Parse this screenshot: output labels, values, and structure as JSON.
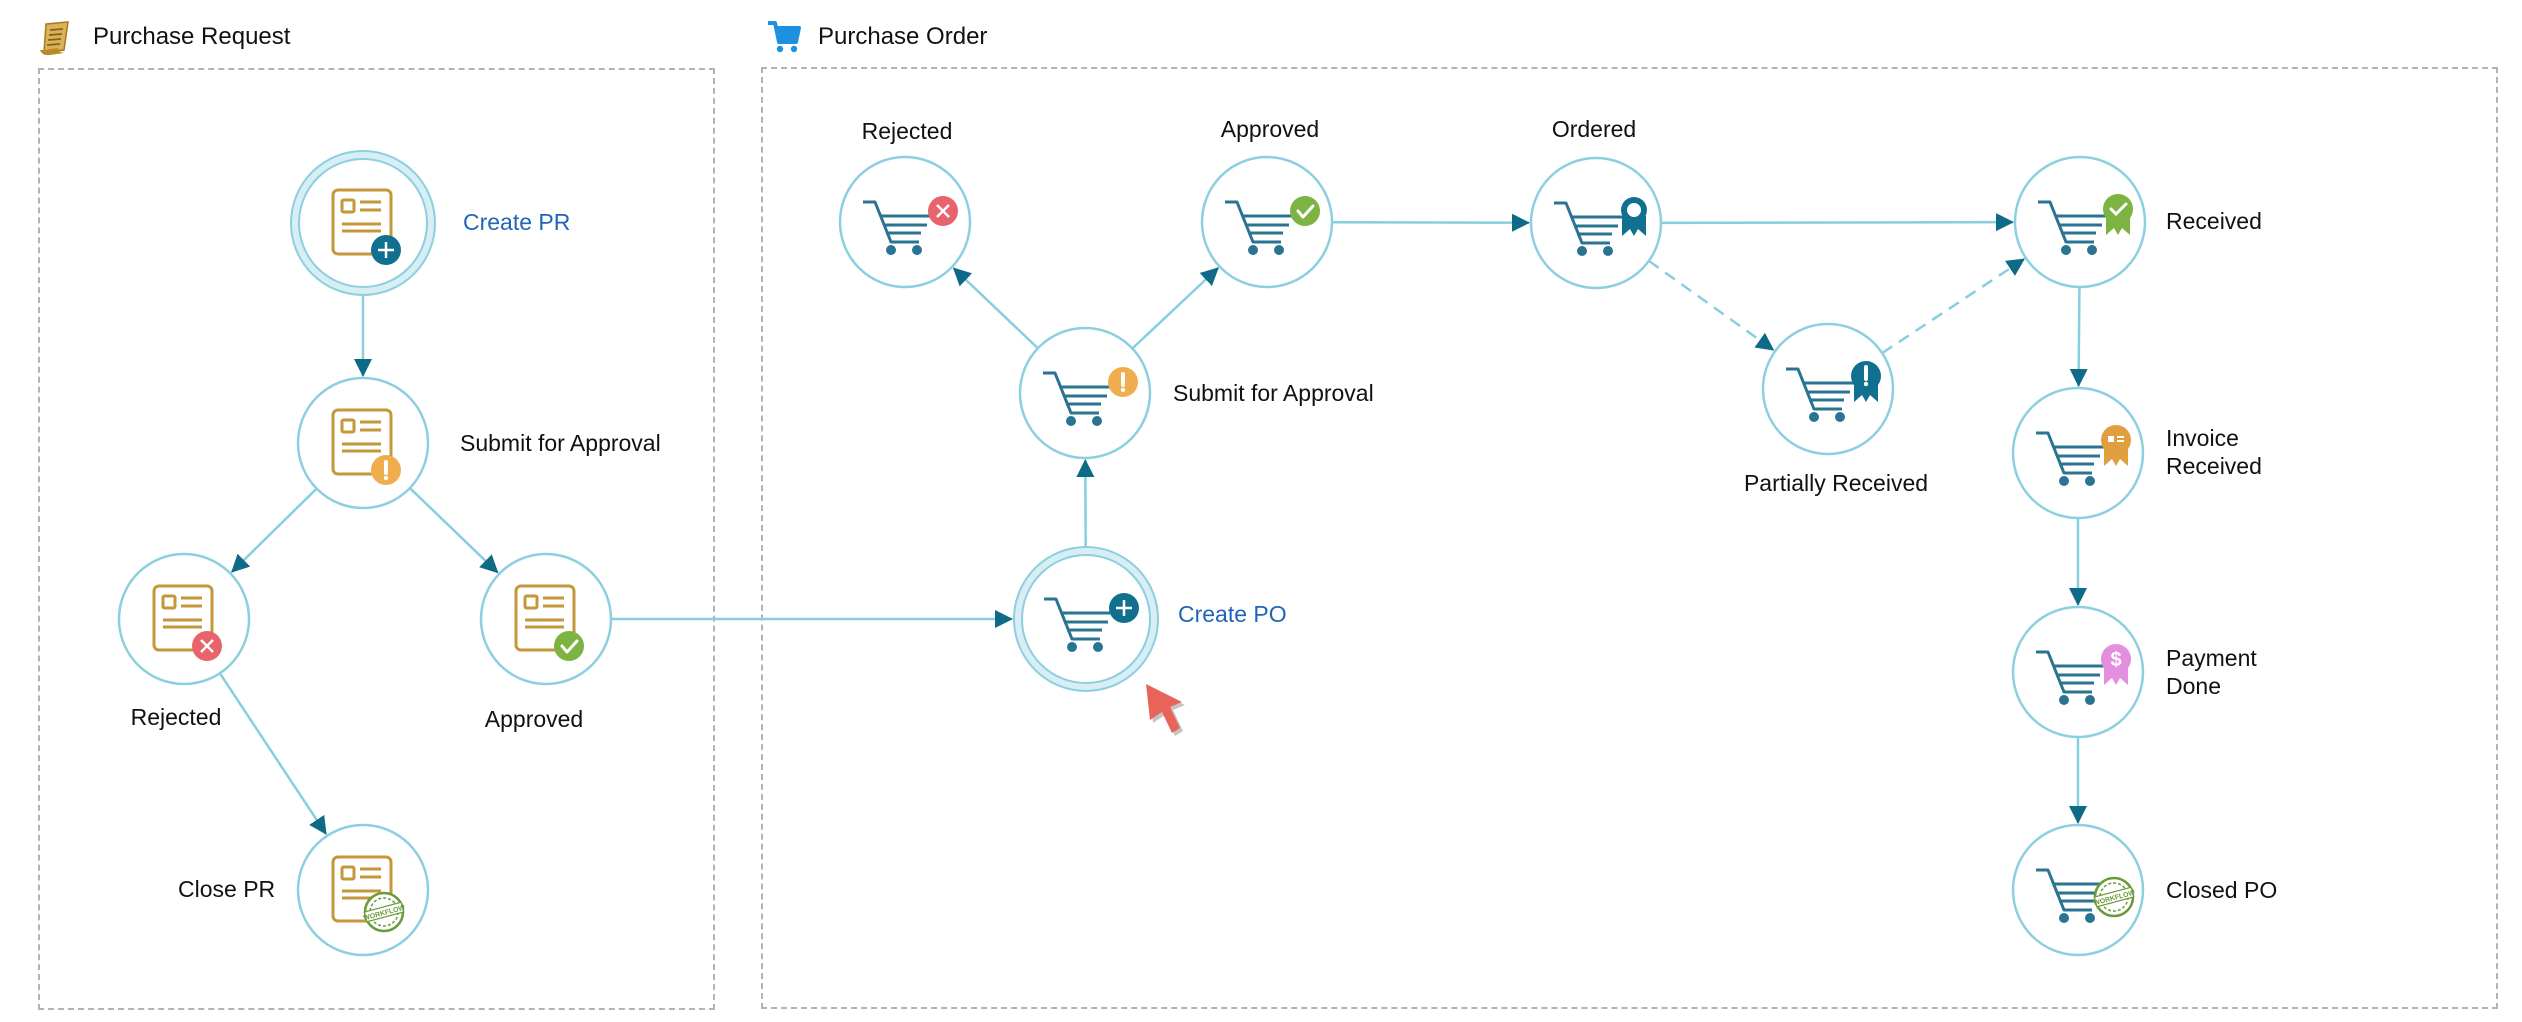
{
  "colors": {
    "node_stroke": "#8ccfe0",
    "edge": "#86cfde",
    "arrow": "#0f6a87",
    "doc_gold": "#c3973a",
    "cart": "#2a7391",
    "start_label": "#1f66b8",
    "badge_add": "#11708f",
    "badge_warn": "#f0ad4e",
    "badge_reject": "#e8636b",
    "badge_ok": "#7cb342",
    "badge_invoice": "#e09e3c",
    "badge_payment": "#e48ee0",
    "stamp": "#6a9a3a",
    "cursor": "#e8645a"
  },
  "sections": {
    "purchase_request": {
      "title": "Purchase Request",
      "icon": "scroll-document-icon"
    },
    "purchase_order": {
      "title": "Purchase Order",
      "icon": "shopping-cart-icon"
    }
  },
  "pr_nodes": [
    {
      "id": "pr-create",
      "label": "Create PR",
      "icon": "document-icon",
      "badge": "add",
      "start": true
    },
    {
      "id": "pr-submit",
      "label": "Submit for Approval",
      "icon": "document-icon",
      "badge": "warn"
    },
    {
      "id": "pr-rejected",
      "label": "Rejected",
      "icon": "document-icon",
      "badge": "reject"
    },
    {
      "id": "pr-approved",
      "label": "Approved",
      "icon": "document-icon",
      "badge": "ok"
    },
    {
      "id": "pr-close",
      "label": "Close PR",
      "icon": "document-icon",
      "badge": "stamp"
    }
  ],
  "po_nodes": [
    {
      "id": "po-create",
      "label": "Create PO",
      "icon": "cart-icon",
      "badge": "add",
      "start": true
    },
    {
      "id": "po-submit",
      "label": "Submit for Approval",
      "icon": "cart-icon",
      "badge": "warn"
    },
    {
      "id": "po-rejected",
      "label": "Rejected",
      "icon": "cart-icon",
      "badge": "reject"
    },
    {
      "id": "po-approved",
      "label": "Approved",
      "icon": "cart-icon",
      "badge": "ok"
    },
    {
      "id": "po-ordered",
      "label": "Ordered",
      "icon": "cart-icon",
      "badge": "ribbon"
    },
    {
      "id": "po-partial",
      "label": "Partially Received",
      "icon": "cart-icon",
      "badge": "ribbon-warn"
    },
    {
      "id": "po-received",
      "label": "Received",
      "icon": "cart-icon",
      "badge": "ribbon-ok"
    },
    {
      "id": "po-invoice",
      "label": "Invoice\nReceived",
      "icon": "cart-icon",
      "badge": "ribbon-invoice"
    },
    {
      "id": "po-payment",
      "label": "Payment\nDone",
      "icon": "cart-icon",
      "badge": "ribbon-payment"
    },
    {
      "id": "po-closed",
      "label": "Closed PO",
      "icon": "cart-icon",
      "badge": "stamp"
    }
  ],
  "edges": [
    {
      "from": "pr-create",
      "to": "pr-submit",
      "style": "solid"
    },
    {
      "from": "pr-submit",
      "to": "pr-rejected",
      "style": "solid"
    },
    {
      "from": "pr-submit",
      "to": "pr-approved",
      "style": "solid"
    },
    {
      "from": "pr-rejected",
      "to": "pr-close",
      "style": "solid"
    },
    {
      "from": "pr-approved",
      "to": "po-create",
      "style": "solid"
    },
    {
      "from": "po-create",
      "to": "po-submit",
      "style": "solid"
    },
    {
      "from": "po-submit",
      "to": "po-rejected",
      "style": "solid"
    },
    {
      "from": "po-submit",
      "to": "po-approved",
      "style": "solid"
    },
    {
      "from": "po-approved",
      "to": "po-ordered",
      "style": "solid"
    },
    {
      "from": "po-ordered",
      "to": "po-received",
      "style": "solid"
    },
    {
      "from": "po-ordered",
      "to": "po-partial",
      "style": "dashed"
    },
    {
      "from": "po-partial",
      "to": "po-received",
      "style": "dashed"
    },
    {
      "from": "po-received",
      "to": "po-invoice",
      "style": "solid"
    },
    {
      "from": "po-invoice",
      "to": "po-payment",
      "style": "solid"
    },
    {
      "from": "po-payment",
      "to": "po-closed",
      "style": "solid"
    }
  ],
  "stamp_text": "WORKFLOW",
  "pointer": {
    "icon": "mouse-cursor-icon"
  }
}
